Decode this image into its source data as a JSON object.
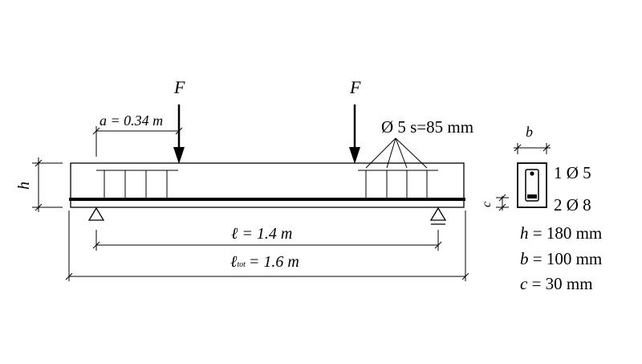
{
  "beam": {
    "load_left": "F",
    "load_right": "F",
    "dim_a": "a = 0.34 m",
    "dim_h": "h",
    "stirrups": "Ø 5 s=85 mm",
    "span_l": "ℓ = 1.4 m",
    "span_tot_main": "ℓ",
    "span_tot_sub": "tot",
    "span_tot_value": "= 1.6 m"
  },
  "section": {
    "dim_b": "b",
    "dim_c": "c",
    "top_bars": "1 Ø 5",
    "bottom_bars": "2 Ø 8",
    "h_value": "h = 180 mm",
    "b_value": "b = 100 mm",
    "c_value": "c = 30 mm"
  }
}
